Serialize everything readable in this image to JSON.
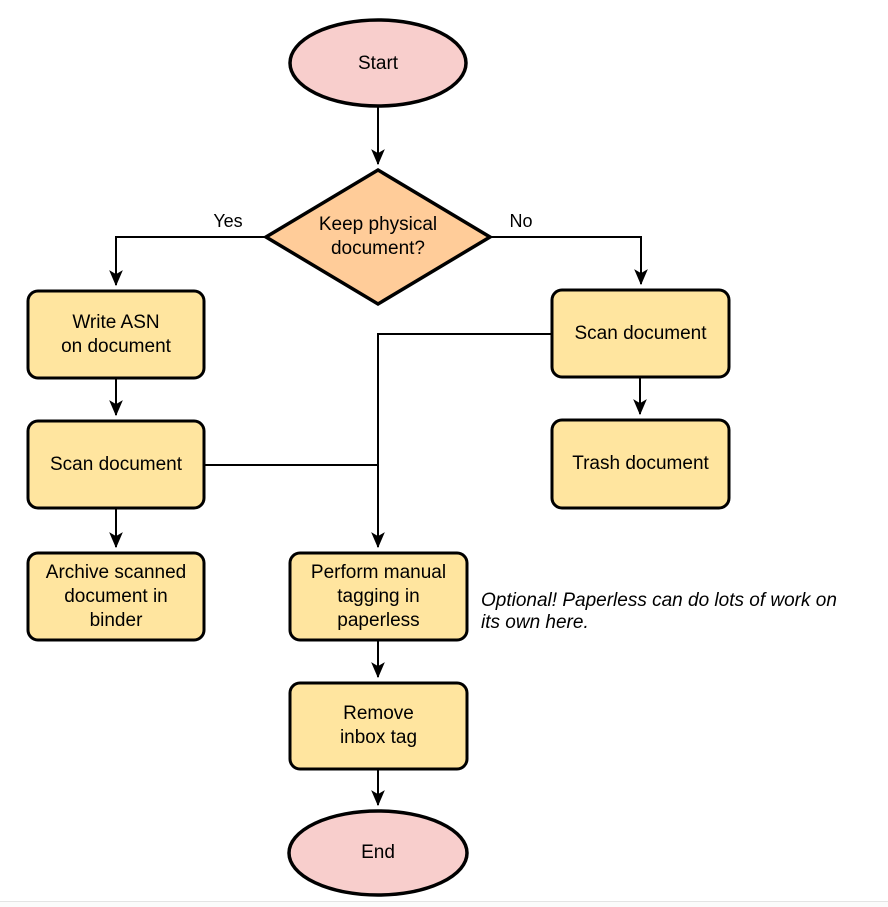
{
  "flowchart": {
    "nodes": {
      "start": {
        "label": "Start",
        "type": "terminal"
      },
      "decision": {
        "label": "Keep physical\ndocument?",
        "type": "decision"
      },
      "write_asn": {
        "label": "Write ASN\non document",
        "type": "process"
      },
      "scan_left": {
        "label": "Scan document",
        "type": "process"
      },
      "archive": {
        "label": "Archive scanned\ndocument in\nbinder",
        "type": "process"
      },
      "scan_right": {
        "label": "Scan document",
        "type": "process"
      },
      "trash": {
        "label": "Trash document",
        "type": "process"
      },
      "perform_tagging": {
        "label": "Perform manual\ntagging in\npaperless",
        "type": "process"
      },
      "remove_inbox": {
        "label": "Remove\ninbox tag",
        "type": "process"
      },
      "end": {
        "label": "End",
        "type": "terminal"
      }
    },
    "edge_labels": {
      "yes": "Yes",
      "no": "No"
    },
    "note": "Optional! Paperless can do lots of work on\nits own here.",
    "colors": {
      "terminal_fill": "#f8cecc",
      "decision_fill": "#ffcc99",
      "process_fill": "#ffe59f",
      "stroke": "#000000",
      "background": "#ffffff"
    }
  }
}
